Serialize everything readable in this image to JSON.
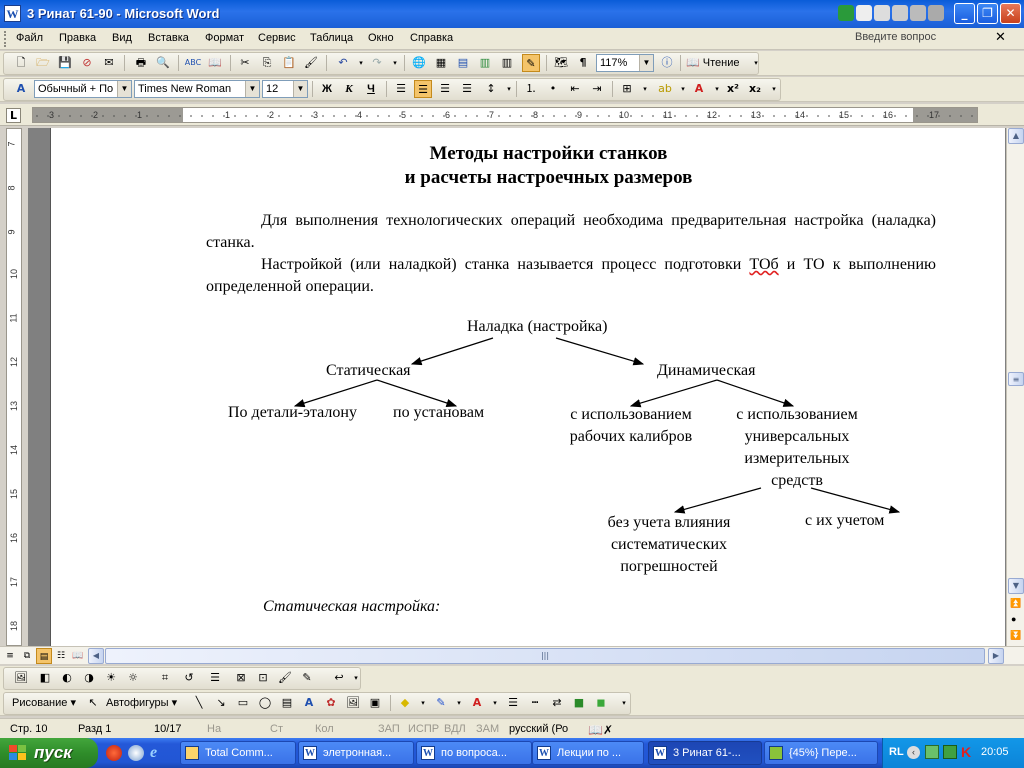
{
  "window": {
    "title": "3 Ринат 61-90 - Microsoft Word"
  },
  "menu": {
    "items": [
      "Файл",
      "Правка",
      "Вид",
      "Вставка",
      "Формат",
      "Сервис",
      "Таблица",
      "Окно",
      "Справка"
    ],
    "help_placeholder": "Введите вопрос"
  },
  "toolbar": {
    "zoom": "117%",
    "reading_label": "Чтение"
  },
  "format_toolbar": {
    "style": "Обычный + По ц",
    "font": "Times New Roman",
    "size": "12",
    "bold": "Ж",
    "italic": "К",
    "underline": "Ч"
  },
  "ruler": {
    "h_labels": [
      "3",
      "2",
      "1",
      "1",
      "2",
      "3",
      "4",
      "5",
      "6",
      "7",
      "8",
      "9",
      "10",
      "11",
      "12",
      "13",
      "14",
      "15",
      "16",
      "17"
    ],
    "v_labels": [
      "7",
      "8",
      "9",
      "10",
      "11",
      "12",
      "13",
      "14",
      "15",
      "16",
      "17",
      "18"
    ]
  },
  "document": {
    "title_line1": "Методы настройки станков",
    "title_line2": "и расчеты настроечных размеров",
    "para1": "Для выполнения технологических операций необходима предварительная настройка (наладка) станка.",
    "para2_before": "Настройкой (или наладкой) станка называется процесс подготовки ",
    "para2_flag": "ТОб",
    "para2_after": " и ТО к выполнению определенной операции.",
    "diagram": {
      "root": "Наладка (настройка)",
      "static": "Статическая",
      "dynamic": "Динамическая",
      "static_children": [
        "По детали-эталону",
        "по установам"
      ],
      "dyn_child1": [
        "с использованием",
        "рабочих калибров"
      ],
      "dyn_child2": [
        "с использованием",
        "универсальных",
        "измерительных",
        "средств"
      ],
      "sub_children_1": [
        "без учета влияния",
        "систематических",
        "погрешностей"
      ],
      "sub_children_2": "с их учетом"
    },
    "italic_heading": "Статическая настройка:"
  },
  "draw_toolbar": {
    "drawing_label": "Рисование",
    "autoshapes_label": "Автофигуры"
  },
  "status": {
    "page": "Стр.  10",
    "section": "Разд  1",
    "pages": "10/17",
    "at": "На",
    "line": "Ст",
    "col": "Кол",
    "rec": "ЗАП",
    "trk": "ИСПР",
    "ext": "ВДЛ",
    "ovr": "ЗАМ",
    "lang": "русский (Ро"
  },
  "taskbar": {
    "start": "пуск",
    "tasks": [
      "Total Comm...",
      "элетронная...",
      "по вопроса...",
      "Лекции по ...",
      "3 Ринат 61-...",
      "{45%} Пере..."
    ],
    "lang": "RL",
    "clock": "20:05"
  }
}
